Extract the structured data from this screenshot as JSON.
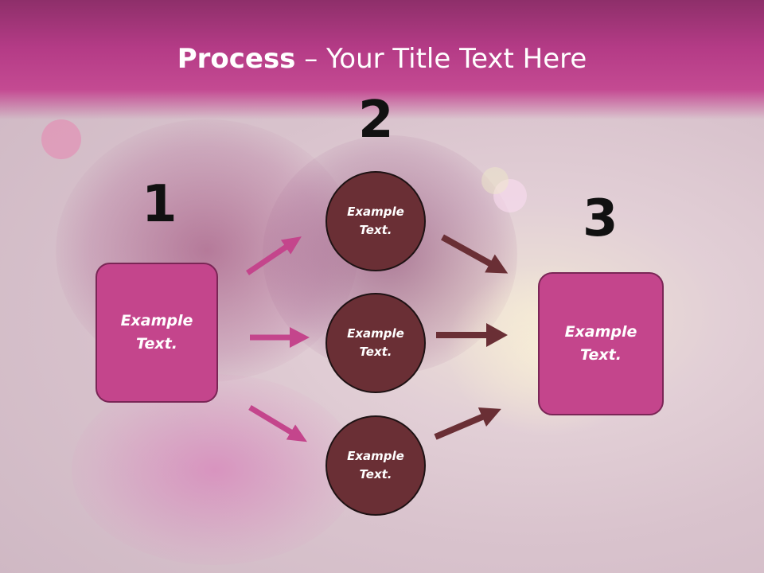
{
  "title": {
    "bold": "Process",
    "rest": " – Your Title Text Here"
  },
  "steps": [
    {
      "number": "1",
      "line1": "Example",
      "line2": "Text."
    },
    {
      "number": "2"
    },
    {
      "number": "3",
      "line1": "Example",
      "line2": "Text."
    }
  ],
  "circles": [
    {
      "line1": "Example",
      "line2": "Text."
    },
    {
      "line1": "Example",
      "line2": "Text."
    },
    {
      "line1": "Example",
      "line2": "Text."
    }
  ],
  "colors": {
    "header": "#c44a92",
    "box_fill": "#c4458c",
    "circle_fill": "#6a2f35",
    "arrow_left": "#c4458c",
    "arrow_right": "#6a2f35"
  }
}
